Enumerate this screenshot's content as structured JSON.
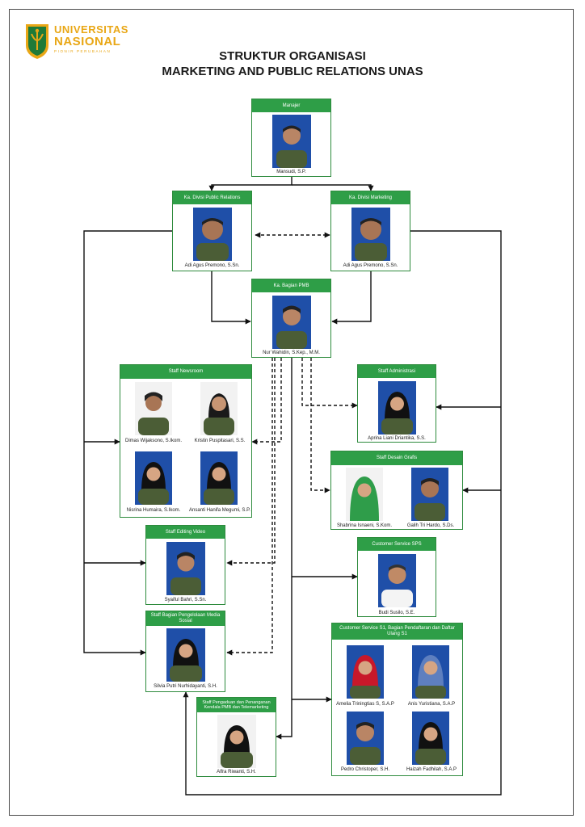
{
  "logo": {
    "line1": "UNIVERSITAS",
    "line2": "NASIONAL",
    "tagline": "PIONIR PERUBAHAN"
  },
  "title": {
    "line1": "STRUKTUR ORGANISASI",
    "line2": "MARKETING AND PUBLIC RELATIONS UNAS"
  },
  "colors": {
    "header_green": "#2e9e47",
    "photo_blue": "#1f4fa8",
    "uniform": "#4b5d36"
  },
  "boxes": {
    "manajer": {
      "header": "Manajer",
      "people": [
        {
          "name": "Mansudi, S.P."
        }
      ]
    },
    "ka_pr": {
      "header": "Ka. Divisi Public Relations",
      "people": [
        {
          "name": "Adi Agus Premono, S.Sn."
        }
      ]
    },
    "ka_mkt": {
      "header": "Ka. Divisi Marketing",
      "people": [
        {
          "name": "Adi Agus Premono, S.Sn."
        }
      ]
    },
    "ka_pmb": {
      "header": "Ka. Bagian PMB",
      "people": [
        {
          "name": "Nur Wahidin, S.Kep., M.M."
        }
      ]
    },
    "newsroom": {
      "header": "Staff Newsroom",
      "people": [
        {
          "name": "Dimas Wijaksono, S.Ikom."
        },
        {
          "name": "Kristin Puspitasari, S.S."
        },
        {
          "name": "Nisrina Humaira, S.Ikom."
        },
        {
          "name": "Ansanti Hanifa Megumi, S.P."
        }
      ]
    },
    "administrasi": {
      "header": "Staff Administrasi",
      "people": [
        {
          "name": "Aprina Liani Driantika, S.S."
        }
      ]
    },
    "desain": {
      "header": "Staff Desain Grafis",
      "people": [
        {
          "name": "Shabrina Isnaeni, S.Kom."
        },
        {
          "name": "Galih Tri Hardo, S.Ds."
        }
      ]
    },
    "editing": {
      "header": "Staff Editing Video",
      "people": [
        {
          "name": "Syaiful Bahri, S.Sn."
        }
      ]
    },
    "cs_sps": {
      "header": "Customer Service SPS",
      "people": [
        {
          "name": "Budi Susilo, S.E."
        }
      ]
    },
    "medsos": {
      "header": "Staff Bagian Pengelolaan Media Sosial",
      "people": [
        {
          "name": "Silvia Putri Nurhidayanti, S.H."
        }
      ]
    },
    "cs_s1": {
      "header": "Customer Service S1, Bagian Pendaftaran dan Daftar Ulang S1",
      "people": [
        {
          "name": "Amelia Triningtias S, S.A.P"
        },
        {
          "name": "Anis Yuristiana, S.A.P"
        },
        {
          "name": "Pedro Christoper, S.H."
        },
        {
          "name": "Haizah Fadhilah, S.A.P"
        }
      ]
    },
    "pengaduan": {
      "header": "Staff Pengaduan dan Penanganan Kendala PMB dan Telemarketing",
      "people": [
        {
          "name": "Alfra Riwanti, S.H."
        }
      ]
    }
  }
}
